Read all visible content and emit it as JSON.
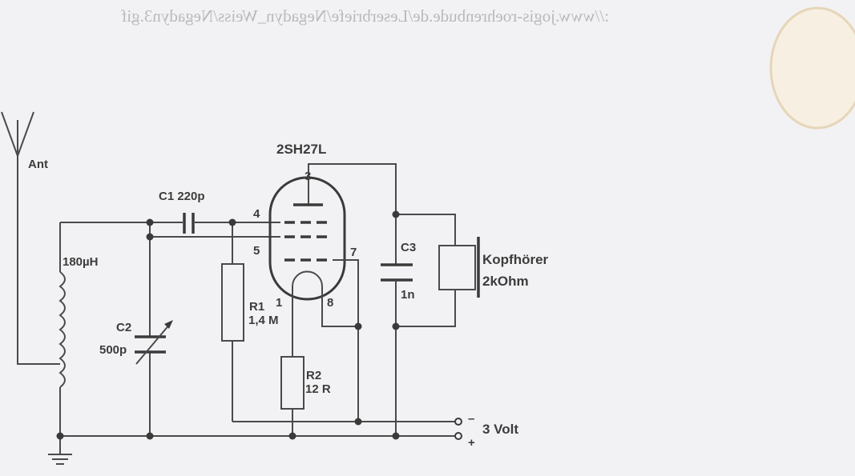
{
  "bleed_through_text": "://www.jogis-roehrenbude.de/Leserbriefe/Negadyn_Weiss/Negadyn3.gif",
  "tube": {
    "type": "2SH27L",
    "pins": {
      "anode": "3",
      "grid4": "4",
      "grid5": "5",
      "grid7": "7",
      "fil1": "1",
      "fil8": "8"
    }
  },
  "antenna": {
    "label": "Ant"
  },
  "coil": {
    "label": "180µH"
  },
  "c1": {
    "label": "C1 220p"
  },
  "c2": {
    "name": "C2",
    "value": "500p"
  },
  "c3": {
    "name": "C3",
    "value": "1n"
  },
  "r1": {
    "name": "R1",
    "value": "1,4 M"
  },
  "r2": {
    "name": "R2",
    "value": "12 R"
  },
  "headphones": {
    "name": "Kopfhörer",
    "impedance": "2kOhm"
  },
  "supply": {
    "minus": "–",
    "plus": "+",
    "voltage": "3 Volt"
  }
}
